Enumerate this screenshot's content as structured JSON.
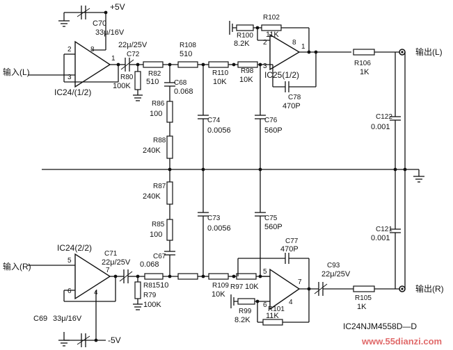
{
  "power": {
    "pos": "+5V",
    "neg": "-5V"
  },
  "inputs": {
    "left": "输入(L)",
    "right": "输入(R)"
  },
  "outputs": {
    "left": "输出(L)",
    "right": "输出(R)"
  },
  "ics": {
    "ic24a": "IC24/(1/2)",
    "ic24b": "IC24(2/2)",
    "ic25": "IC25(1/2)",
    "part": "IC24NJM4558D—D"
  },
  "pins": {
    "p1": "1",
    "p2": "2",
    "p3": "3",
    "p4": "4",
    "p5": "5",
    "p6": "6",
    "p7": "7",
    "p8": "8"
  },
  "caps": {
    "c70": {
      "name": "C70",
      "value": "33μ/16V"
    },
    "c72": {
      "name": "C72",
      "value": "22μ/25V"
    },
    "c68": {
      "name": "C68",
      "value": "0.068"
    },
    "c74": {
      "name": "C74",
      "value": "0.0056"
    },
    "c76": {
      "name": "C76",
      "value": "560P"
    },
    "c78": {
      "name": "C78",
      "value": "470P"
    },
    "c122": {
      "name": "C122",
      "value": "0.001"
    },
    "c121": {
      "name": "C121",
      "value": "0.001"
    },
    "c73": {
      "name": "C73",
      "value": "0.0056"
    },
    "c75": {
      "name": "C75",
      "value": "560P"
    },
    "c77": {
      "name": "C77",
      "value": "470P"
    },
    "c67": {
      "name": "C67",
      "value": "0.068"
    },
    "c71": {
      "name": "C71",
      "value": "22μ/25V"
    },
    "c93": {
      "name": "C93",
      "value": "22μ/25V"
    },
    "c69": {
      "name": "C69",
      "value": "33μ/16V"
    }
  },
  "resistors": {
    "r102": {
      "name": "R102",
      "value": "11K"
    },
    "r100": {
      "name": "R100",
      "value": "8.2K"
    },
    "r108": {
      "name": "R108",
      "value": "510"
    },
    "r82": {
      "name": "R82",
      "value": "510"
    },
    "r80": {
      "name": "R80",
      "value": "100K"
    },
    "r110": {
      "name": "R110",
      "value": "10K"
    },
    "r98": {
      "name": "R98",
      "value": "10K"
    },
    "r106": {
      "name": "R106",
      "value": "1K"
    },
    "r86": {
      "name": "R86",
      "value": "100"
    },
    "r88": {
      "name": "R88",
      "value": "240K"
    },
    "r87": {
      "name": "R87",
      "value": "240K"
    },
    "r85": {
      "name": "R85",
      "value": "100"
    },
    "r81": {
      "name": "R81",
      "value": "510"
    },
    "r79": {
      "name": "R79",
      "value": "100K"
    },
    "r109": {
      "name": "R109",
      "value": "10K"
    },
    "r97": {
      "name": "R97",
      "value": "10K"
    },
    "r99": {
      "name": "R99",
      "value": "8.2K"
    },
    "r101": {
      "name": "R101",
      "value": "11K"
    },
    "r105": {
      "name": "R105",
      "value": "1K"
    }
  },
  "watermark": "www.55dianzi.com"
}
